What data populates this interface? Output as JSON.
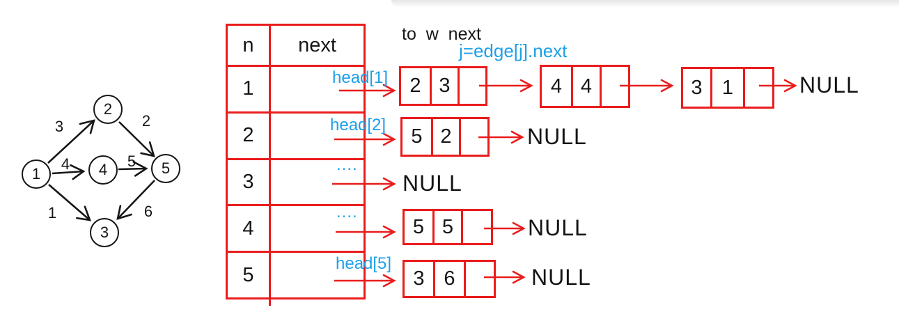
{
  "colors": {
    "red": "#ea1c1c",
    "blue": "#1da0e8",
    "ink": "#161616"
  },
  "graph": {
    "nodes": [
      {
        "label": "1"
      },
      {
        "label": "2"
      },
      {
        "label": "4"
      },
      {
        "label": "5"
      },
      {
        "label": "3"
      }
    ],
    "edges": [
      {
        "from": "1",
        "to": "2",
        "weight": "3"
      },
      {
        "from": "2",
        "to": "5",
        "weight": "2"
      },
      {
        "from": "1",
        "to": "4",
        "weight": "4"
      },
      {
        "from": "4",
        "to": "5",
        "weight": "5"
      },
      {
        "from": "1",
        "to": "3",
        "weight": "1"
      },
      {
        "from": "5",
        "to": "3",
        "weight": "6"
      }
    ]
  },
  "table": {
    "headers": {
      "n": "n",
      "next": "next"
    },
    "rows": [
      "1",
      "2",
      "3",
      "4",
      "5"
    ]
  },
  "fields_caption": "to  w  next",
  "advance_caption": "j=edge[j].next",
  "lists": [
    {
      "label": "head[1]",
      "nodes": [
        {
          "to": "2",
          "w": "3"
        },
        {
          "to": "4",
          "w": "4"
        },
        {
          "to": "3",
          "w": "1"
        }
      ],
      "terminal": "NULL"
    },
    {
      "label": "head[2]",
      "nodes": [
        {
          "to": "5",
          "w": "2"
        }
      ],
      "terminal": "NULL"
    },
    {
      "label": "....",
      "nodes": [],
      "terminal": "NULL"
    },
    {
      "label": "....",
      "nodes": [
        {
          "to": "5",
          "w": "5"
        }
      ],
      "terminal": "NULL"
    },
    {
      "label": "head[5]",
      "nodes": [
        {
          "to": "3",
          "w": "6"
        }
      ],
      "terminal": "NULL"
    }
  ]
}
